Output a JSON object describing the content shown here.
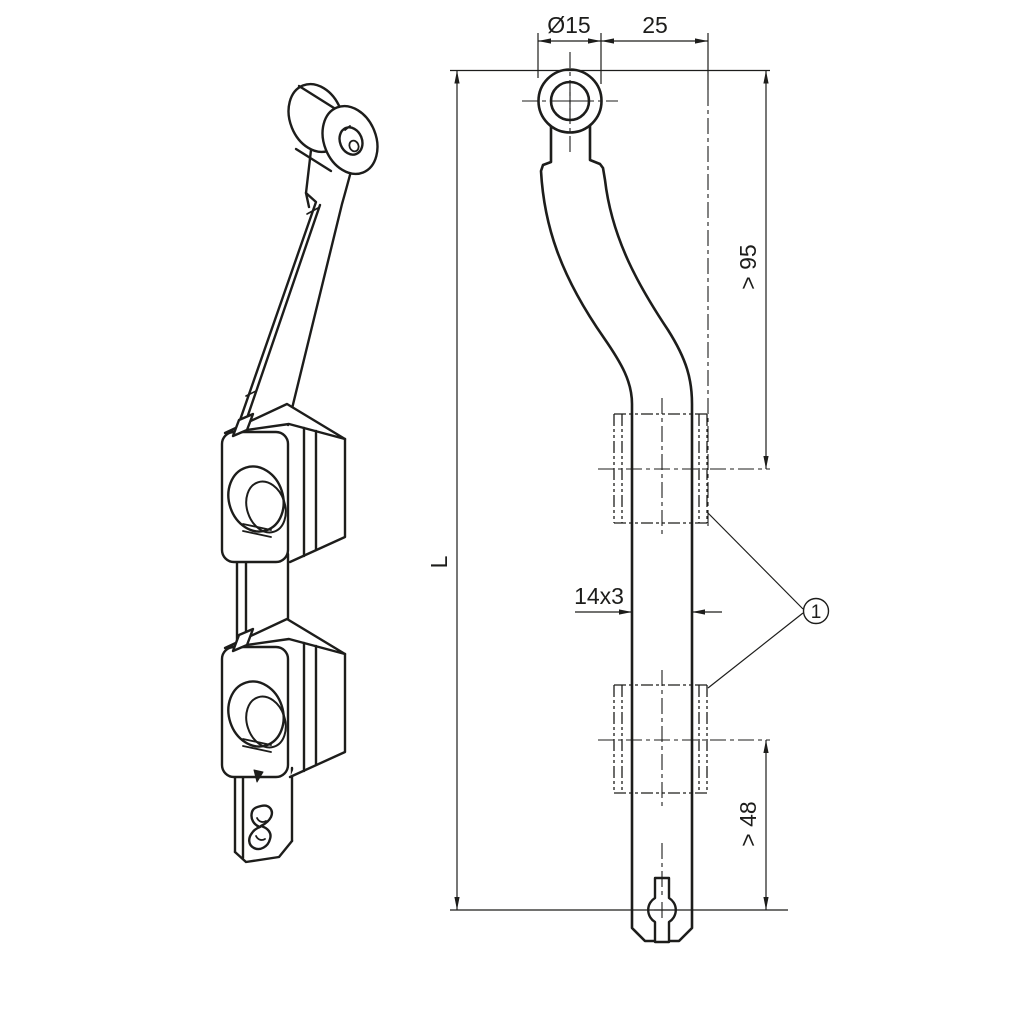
{
  "drawing": {
    "type": "technical-drawing",
    "views": {
      "left": "isometric-view",
      "right": "orthographic-front-view"
    },
    "dimensions": {
      "roller_diameter": "Ø15",
      "roller_offset": "25",
      "upper_guide_min_distance": "> 95",
      "total_length": "L",
      "bar_cross_section": "14x3",
      "lower_guide_min_distance": "> 48"
    },
    "balloon": {
      "label": "1"
    },
    "colors": {
      "line": "#1d1d1b",
      "background": "#ffffff"
    }
  }
}
